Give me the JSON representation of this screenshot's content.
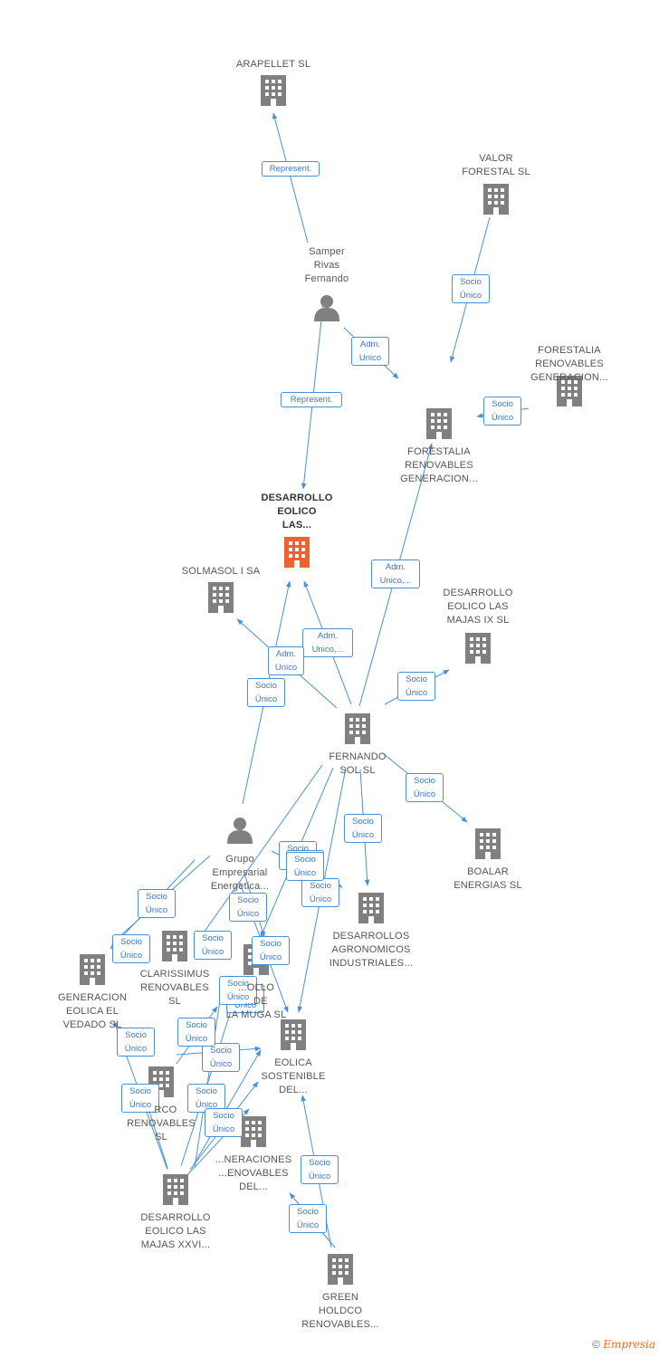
{
  "colors": {
    "edge": "#4a90d9",
    "node": "#808080",
    "focus": "#f0622d"
  },
  "nodes": [
    {
      "id": "arapellet",
      "label": "ARAPELLET  SL",
      "icon": "building-icon"
    },
    {
      "id": "valor",
      "label": "VALOR\nFORESTAL SL",
      "icon": "building-icon"
    },
    {
      "id": "samper",
      "label": "Samper\nRivas\nFernando",
      "icon": "person-icon"
    },
    {
      "id": "forestalia2",
      "label": "FORESTALIA\nRENOVABLES\nGENERACION...",
      "icon": "building-icon"
    },
    {
      "id": "forestalia1",
      "label": "FORESTALIA\nRENOVABLES\nGENERACION...",
      "icon": "building-icon"
    },
    {
      "id": "desarrollo_las",
      "label": "DESARROLLO\nEOLICO\nLAS...",
      "icon": "building-icon",
      "focus": true
    },
    {
      "id": "solmasol",
      "label": "SOLMASOL I SA",
      "icon": "building-icon"
    },
    {
      "id": "majas9",
      "label": "DESARROLLO\nEOLICO LAS\nMAJAS IX  SL",
      "icon": "building-icon"
    },
    {
      "id": "fernando",
      "label": "FERNANDO\nSOL SL",
      "icon": "building-icon"
    },
    {
      "id": "boalar",
      "label": "BOALAR\nENERGIAS  SL",
      "icon": "building-icon"
    },
    {
      "id": "grupo",
      "label": "Grupo\nEmpresarial\nEnergetica...",
      "icon": "person-icon"
    },
    {
      "id": "agronomicos",
      "label": "DESARROLLOS\nAGRONOMICOS\nINDUSTRIALES...",
      "icon": "building-icon"
    },
    {
      "id": "clarissimus",
      "label": "CLARISSIMUS\nRENOVABLES\nSL",
      "icon": "building-icon"
    },
    {
      "id": "vedado",
      "label": "GENERACION\nEOLICA EL\nVEDADO SL",
      "icon": "building-icon"
    },
    {
      "id": "muga",
      "label": "...OLLO\n...DE\nLA MUGA SL",
      "icon": "building-icon"
    },
    {
      "id": "eolica_sost",
      "label": "EOLICA\nSOSTENIBLE\nDEL...",
      "icon": "building-icon"
    },
    {
      "id": "arco",
      "label": "...RCO\nRENOVABLES\nSL",
      "icon": "building-icon"
    },
    {
      "id": "generaciones",
      "label": "...NERACIONES\n...ENOVABLES\nDEL...",
      "icon": "building-icon"
    },
    {
      "id": "majas26",
      "label": "DESARROLLO\nEOLICO LAS\nMAJAS XXVI...",
      "icon": "building-icon"
    },
    {
      "id": "green",
      "label": "GREEN\nHOLDCO\nRENOVABLES...",
      "icon": "building-icon"
    }
  ],
  "edges": [
    {
      "from": "samper",
      "to": "arapellet",
      "label": "Represent."
    },
    {
      "from": "samper",
      "to": "desarrollo_las",
      "label": "Represent."
    },
    {
      "from": "samper",
      "to": "forestalia2",
      "label": "Adm.\nUnico"
    },
    {
      "from": "valor",
      "to": "forestalia2",
      "label": "Socio\nÚnico"
    },
    {
      "from": "forestalia1",
      "to": "forestalia2",
      "label": "Socio\nÚnico"
    },
    {
      "from": "fernando",
      "to": "forestalia2",
      "label": "Adm.\nUnico,..."
    },
    {
      "from": "fernando",
      "to": "desarrollo_las",
      "label": "Adm.\nUnico,..."
    },
    {
      "from": "fernando",
      "to": "solmasol",
      "label": "Adm.\nUnico"
    },
    {
      "from": "grupo",
      "to": "desarrollo_las",
      "label": "Socio\nÚnico"
    },
    {
      "from": "fernando",
      "to": "majas9",
      "label": "Socio\nÚnico"
    },
    {
      "from": "fernando",
      "to": "boalar",
      "label": "Socio\nÚnico"
    },
    {
      "from": "fernando",
      "to": "agronomicos",
      "label": "Socio\nÚnico"
    },
    {
      "from": "fernando",
      "to": "muga",
      "label": "Socio\nÚnico"
    },
    {
      "from": "fernando",
      "to": "eolica_sost",
      "label": "Socio\nÚnico"
    },
    {
      "from": "fernando",
      "to": "clarissimus",
      "label": "Socio\nÚnico"
    },
    {
      "from": "grupo",
      "to": "vedado",
      "label": "Socio\nÚnico"
    },
    {
      "from": "grupo",
      "to": "vedado",
      "label": "Socio\nÚnico"
    },
    {
      "from": "grupo",
      "to": "agronomicos",
      "label": "Socio\nÚnico"
    },
    {
      "from": "grupo",
      "to": "muga",
      "label": "Socio\nÚnico"
    },
    {
      "from": "grupo",
      "to": "eolica_sost",
      "label": "Socio\nÚnico"
    },
    {
      "from": "majas26",
      "to": "clarissimus",
      "label": "Socio\nÚnico"
    },
    {
      "from": "majas26",
      "to": "vedado",
      "label": "Socio\nÚnico"
    },
    {
      "from": "majas26",
      "to": "muga",
      "label": "Socio\nÚnico"
    },
    {
      "from": "majas26",
      "to": "eolica_sost",
      "label": "Socio\nÚnico"
    },
    {
      "from": "majas26",
      "to": "arco",
      "label": "Socio\nÚnico"
    },
    {
      "from": "majas26",
      "to": "generaciones",
      "label": "Socio\nÚnico"
    },
    {
      "from": "majas26",
      "to": "generaciones",
      "label": "Socio\nÚnico"
    },
    {
      "from": "arco",
      "to": "clarissimus",
      "label": "Socio\nÚnico"
    },
    {
      "from": "arco",
      "to": "eolica_sost",
      "label": "Socio\nÚnico"
    },
    {
      "from": "green",
      "to": "eolica_sost",
      "label": "Socio\nÚnico"
    },
    {
      "from": "green",
      "to": "eolica_sost",
      "label": "Socio\nÚnico"
    }
  ],
  "footer": {
    "copyright": "©",
    "brand": "Empresia"
  }
}
